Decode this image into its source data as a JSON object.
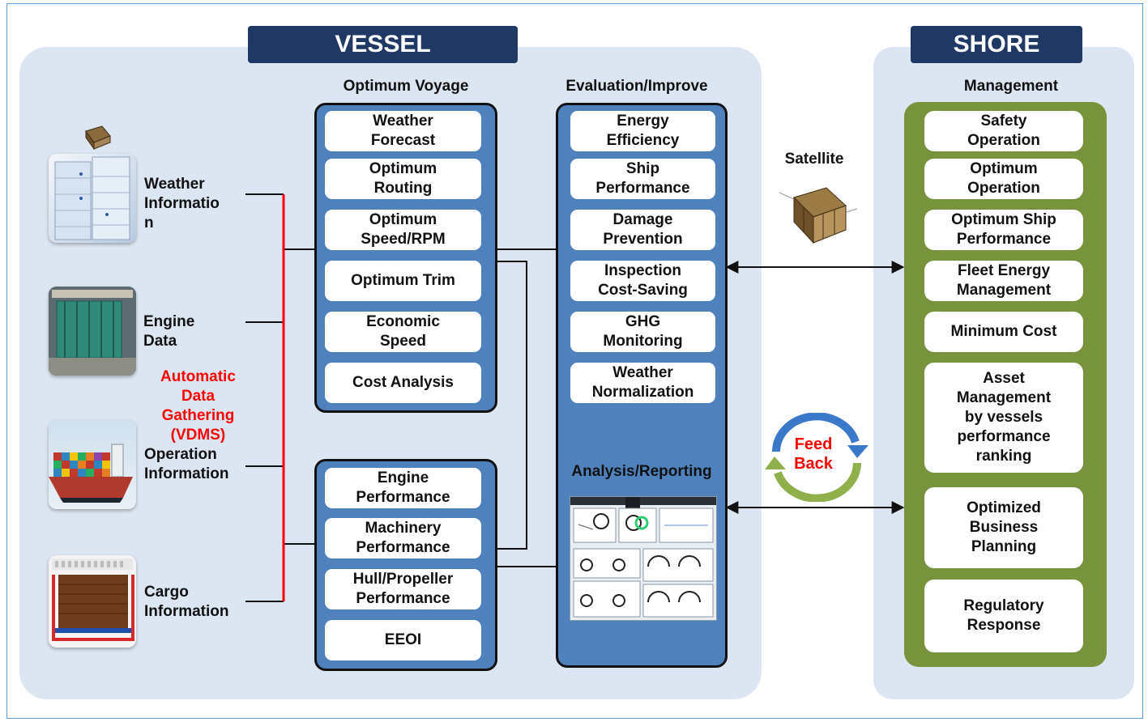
{
  "vessel": {
    "title": "VESSEL",
    "optimum_voyage": {
      "title": "Optimum Voyage",
      "items": [
        "Weather\nForecast",
        "Optimum\nRouting",
        "Optimum\nSpeed/RPM",
        "Optimum Trim",
        "Economic\nSpeed",
        "Cost Analysis"
      ]
    },
    "performance": {
      "items": [
        "Engine\nPerformance",
        "Machinery\nPerformance",
        "Hull/Propeller\nPerformance",
        "EEOI"
      ]
    },
    "evaluation": {
      "title": "Evaluation/Improve",
      "items": [
        "Energy\nEfficiency",
        "Ship\nPerformance",
        "Damage\nPrevention",
        "Inspection\nCost-Saving",
        "GHG\nMonitoring",
        "Weather\nNormalization"
      ],
      "analysis_title": "Analysis/Reporting"
    },
    "sources": [
      {
        "label": "Weather\nInformatio\nn",
        "icon": "weather-building-icon"
      },
      {
        "label": "Engine\nData",
        "icon": "engine-icon"
      },
      {
        "label": "Operation\nInformation",
        "icon": "container-ship-icon"
      },
      {
        "label": "Cargo\nInformation",
        "icon": "cargo-plan-icon"
      }
    ],
    "vdms_label": "Automatic\nData\nGathering\n(VDMS)"
  },
  "satellite_label": "Satellite",
  "feedback_label": "Feed\nBack",
  "shore": {
    "title": "SHORE",
    "management": {
      "title": "Management",
      "items": [
        "Safety\nOperation",
        "Optimum\nOperation",
        "Optimum  Ship\nPerformance",
        "Fleet Energy\nManagement",
        "Minimum Cost",
        "Asset\nManagement\nby vessels\nperformance\nranking",
        "Optimized\nBusiness\nPlanning",
        "Regulatory\nResponse"
      ]
    }
  },
  "colors": {
    "header": "#1f3864",
    "vessel_column": "#4f81bd",
    "shore_column": "#77933c",
    "panel": "#dce6f2",
    "connector_red": "#ff0000",
    "feedback_text": "#ff0000"
  }
}
